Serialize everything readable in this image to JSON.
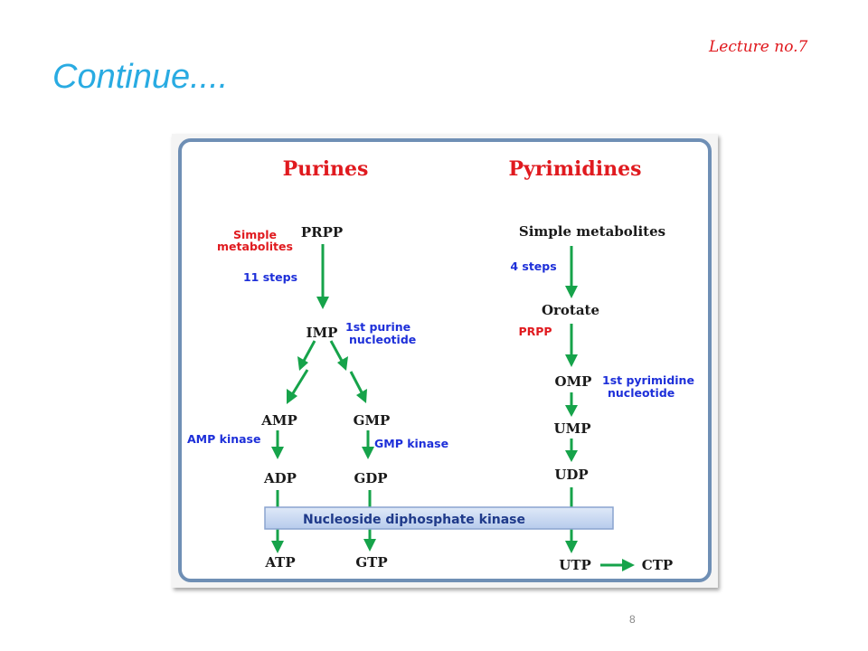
{
  "slide": {
    "lecture_label": "Lecture no.7",
    "title": "Continue....",
    "page_number": "8"
  },
  "diagram": {
    "purines": {
      "heading": "Purines",
      "prpp": "PRPP",
      "simple_metabolites_1": "Simple",
      "simple_metabolites_2": "metabolites",
      "steps": "11 steps",
      "imp": "IMP",
      "first_nucleotide_1": "1st purine",
      "first_nucleotide_2": "nucleotide",
      "amp": "AMP",
      "gmp": "GMP",
      "amp_kinase": "AMP kinase",
      "gmp_kinase": "GMP kinase",
      "adp": "ADP",
      "gdp": "GDP",
      "atp": "ATP",
      "gtp": "GTP"
    },
    "pyrimidines": {
      "heading": "Pyrimidines",
      "simple_metabolites": "Simple metabolites",
      "steps": "4 steps",
      "orotate": "Orotate",
      "prpp": "PRPP",
      "omp": "OMP",
      "first_nucleotide_1": "1st pyrimidine",
      "first_nucleotide_2": "nucleotide",
      "ump": "UMP",
      "udp": "UDP",
      "utp": "UTP",
      "ctp": "CTP"
    },
    "shared_enzyme": "Nucleoside diphosphate kinase",
    "colors": {
      "heading": "#e01a1f",
      "enzyme_text": "#1d2fd9",
      "arrow": "#16a34a",
      "frame": "#6f8fb5",
      "kinase_bar": "#c8d8f2"
    }
  }
}
